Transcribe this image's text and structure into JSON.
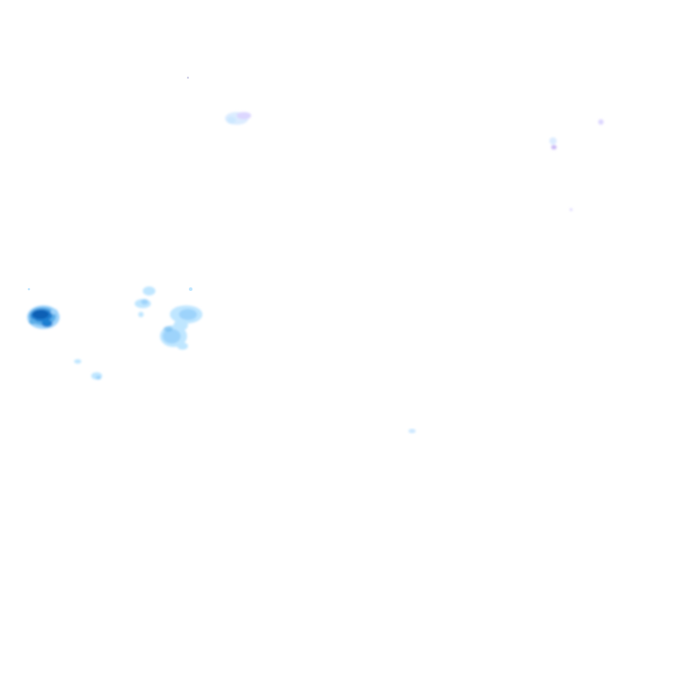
{
  "map": {
    "kind": "precipitation-radar-overlay",
    "background": "#ffffff",
    "legend_colors": {
      "light": "#bfe6ff",
      "light_mid": "#9dd3fb",
      "moderate": "#5aaee8",
      "heavy": "#1f7fd1",
      "very_heavy": "#0b5fb4",
      "mixed_light": "#dcd6ff",
      "mixed": "#c9b8f5"
    },
    "echo_cells": [
      {
        "id": "cell-west-strong",
        "intensity": "very_heavy"
      },
      {
        "id": "cell-west-center",
        "intensity": "light_mid"
      },
      {
        "id": "cell-west-upper",
        "intensity": "light"
      },
      {
        "id": "cell-southwest",
        "intensity": "light"
      },
      {
        "id": "cell-north",
        "intensity": "mixed_light"
      },
      {
        "id": "cell-northeast",
        "intensity": "mixed"
      },
      {
        "id": "cell-east-speck",
        "intensity": "light"
      }
    ]
  }
}
